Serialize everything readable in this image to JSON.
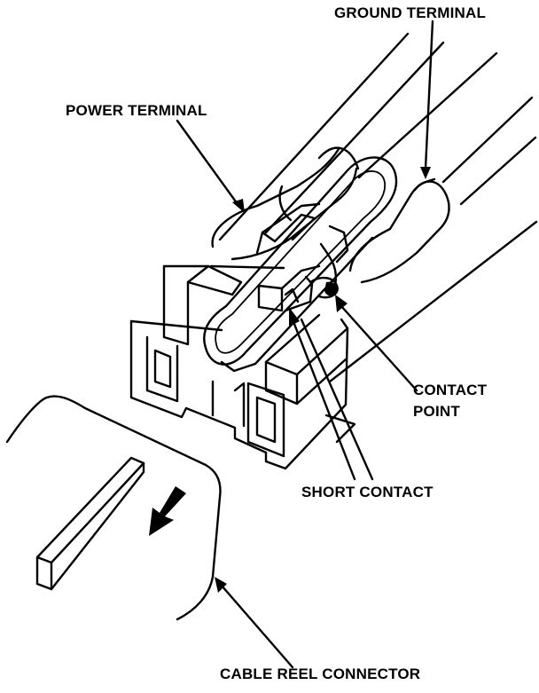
{
  "labels": {
    "ground_terminal": "GROUND TERMINAL",
    "power_terminal": "POWER TERMINAL",
    "contact_point_line1": "CONTACT",
    "contact_point_line2": "POINT",
    "short_contact": "SHORT CONTACT",
    "cable_reel_connector": "CABLE REEL CONNECTOR"
  },
  "colors": {
    "ink": "#000000",
    "paper": "#ffffff"
  }
}
